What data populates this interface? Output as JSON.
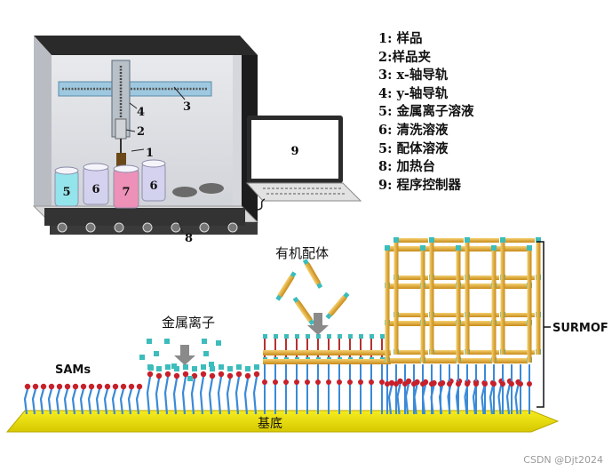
{
  "legend": [
    "1: 样品",
    "2:样品夹",
    "3: x-轴导轨",
    "4: y-轴导轨",
    "5: 金属离子溶液",
    "6: 清洗溶液",
    "5: 配体溶液",
    "8: 加热台",
    "9: 程序控制器"
  ],
  "apparatus_numbers": {
    "sample": "1",
    "holder": "2",
    "x_rail": "3",
    "y_rail": "4",
    "heater": "8",
    "laptop": "9",
    "beakers": [
      "5",
      "6",
      "7",
      "6"
    ]
  },
  "labels": {
    "organic_ligand": "有机配体",
    "metal_ion": "金属离子",
    "sams": "SAMs",
    "surmof": "SURMOF",
    "substrate": "基底"
  },
  "watermark": "CSDN @Djt2024",
  "colors": {
    "beaker_cyan": "#8fe6ee",
    "beaker_lavender": "#d4d2f0",
    "beaker_pink": "#f08cb6",
    "substrate": "#f0e400",
    "linker": "#e0a830",
    "node": "#3cbcbc",
    "sam_chain": "#3a8ad8",
    "sam_head": "#c8202a",
    "mof_pillar": "#b83030"
  }
}
